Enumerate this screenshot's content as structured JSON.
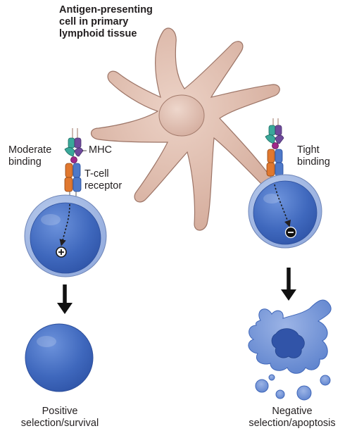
{
  "title": {
    "line1": "Antigen-presenting",
    "line2": "cell in primary",
    "line3": "lymphoid tissue"
  },
  "labels": {
    "moderate_1": "Moderate",
    "moderate_2": "binding",
    "mhc": "MHC",
    "tcr_1": "T-cell",
    "tcr_2": "receptor",
    "tight_1": "Tight",
    "tight_2": "binding",
    "positive_1": "Positive",
    "positive_2": "selection/survival",
    "negative_1": "Negative",
    "negative_2": "selection/apoptosis"
  },
  "signs": {
    "positive": "+",
    "negative": "−"
  },
  "colors": {
    "apc_fill": "#d8b3a3",
    "apc_stroke": "#9c7466",
    "cell_blue": "#4a72c4",
    "cell_dark": "#24489a",
    "mhc_teal": "#3aa89a",
    "mhc_purple": "#6f4a9c",
    "tcr_orange": "#e0782f",
    "tcr_blue": "#4e79c8",
    "peptide_magenta": "#a0288a"
  }
}
